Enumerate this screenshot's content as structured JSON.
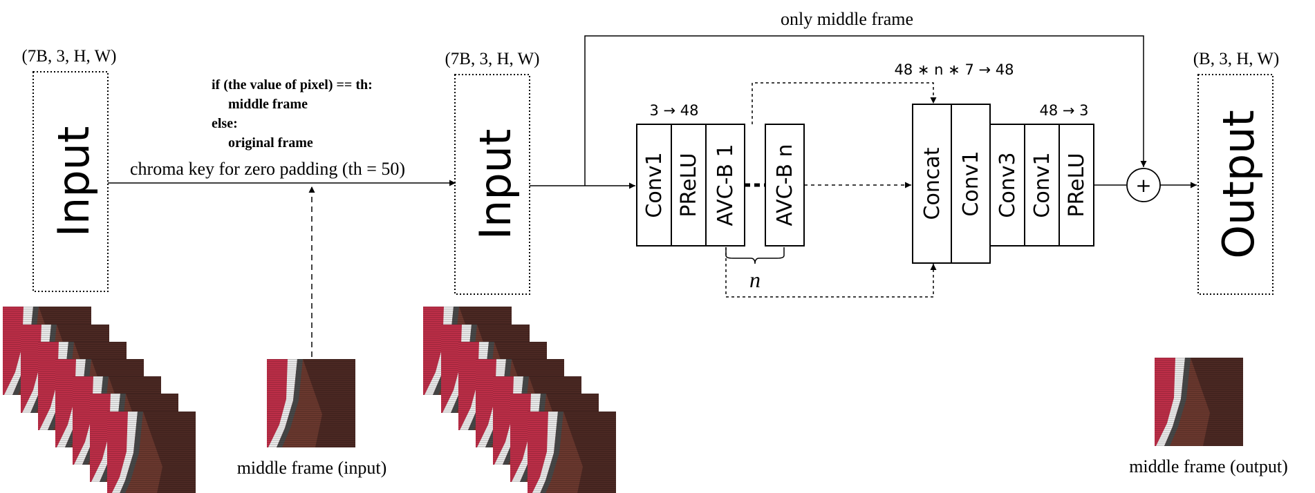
{
  "input_block": {
    "shape_top": "(7B, 3, H, W)",
    "label": "Input"
  },
  "chroma_key": {
    "code_line1": "if (the value of pixel) == th:",
    "code_line2": "middle frame",
    "code_line3": "else:",
    "code_line4": "original frame",
    "caption": "chroma key for zero padding (th = 50)"
  },
  "middle_frame_input": {
    "caption": "middle frame (input)"
  },
  "second_input_block": {
    "shape_top": "(7B, 3, H, W)",
    "label": "Input"
  },
  "skip_connection": {
    "label": "only middle frame"
  },
  "stem": {
    "channels": "3 → 48",
    "conv": "Conv1",
    "act": "PReLU",
    "avcb_first": "AVC-B 1",
    "avcb_last": "AVC-B n",
    "repeat_label": "n"
  },
  "fusion": {
    "channels": "48 ∗ n ∗ 7 → 48",
    "concat": "Concat",
    "conv": "Conv1"
  },
  "head": {
    "channels": "48 → 3",
    "conv3": "Conv3",
    "conv1": "Conv1",
    "act": "PReLU"
  },
  "add_node": {
    "symbol": "+"
  },
  "output_block": {
    "shape_top": "(B, 3, H, W)",
    "label": "Output"
  },
  "middle_frame_output": {
    "caption": "middle frame (output)"
  },
  "colors": {
    "stroke": "#000000",
    "frame_red": "#c4304a",
    "frame_dark": "#4a2a24",
    "frame_brown": "#7a3a32",
    "frame_white": "#f2f2f2"
  }
}
